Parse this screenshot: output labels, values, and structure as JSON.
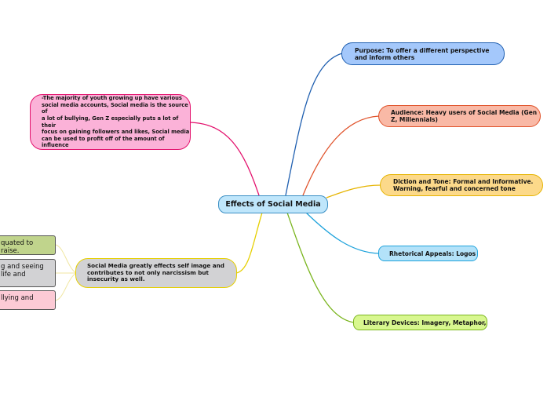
{
  "map": {
    "central": "Effects of Social Media",
    "purpose": "Purpose: To offer a different perspective\nand inform others",
    "audience": "Audience: Heavy users of Social Media (Gen\nZ, Millennials)",
    "diction": "Diction and Tone: Formal and Informative.\nWarning, fearful and concerned tone",
    "rhetorical": "Rhetorical Appeals: Logos",
    "literary": "Literary Devices: Imagery, Metaphor,",
    "brainstorm": "Brainstorm:\n-The majority of youth growing up have various\nsocial media accounts, Social media is the source of\na lot of bullying, Gen Z especially puts a lot of their\nfocus on gaining followers and likes, Social media\ncan be used to profit off of the amount of influence\nyou have",
    "self_image": "Social Media greatly effects self image and\ncontributes to not only narcissism but\ninsecurity as well.",
    "leaf_1": "quated to\nraise.",
    "leaf_2": "g and seeing\nlife and",
    "leaf_3": "llying and"
  },
  "colors": {
    "central_fill": "#bfe6fb",
    "central_border": "#3a8fc4",
    "purpose_fill": "#a4c8fb",
    "purpose_line": "#1f5fb0",
    "audience_fill": "#f9b9a6",
    "audience_line": "#e0522a",
    "diction_fill": "#fcd98a",
    "diction_line": "#e6b400",
    "rhetorical_fill": "#b3e2f9",
    "rhetorical_line": "#1fa3dc",
    "literary_fill": "#d8f78f",
    "literary_line": "#7ab51e",
    "brainstorm_fill": "#fbb2d8",
    "brainstorm_line": "#e3106c",
    "self_image_fill": "#d2d2d4",
    "self_image_line": "#e6cf00",
    "leaf_1_fill": "#c0d48c",
    "leaf_2_fill": "#d2d2d4",
    "leaf_3_fill": "#fccad5"
  }
}
